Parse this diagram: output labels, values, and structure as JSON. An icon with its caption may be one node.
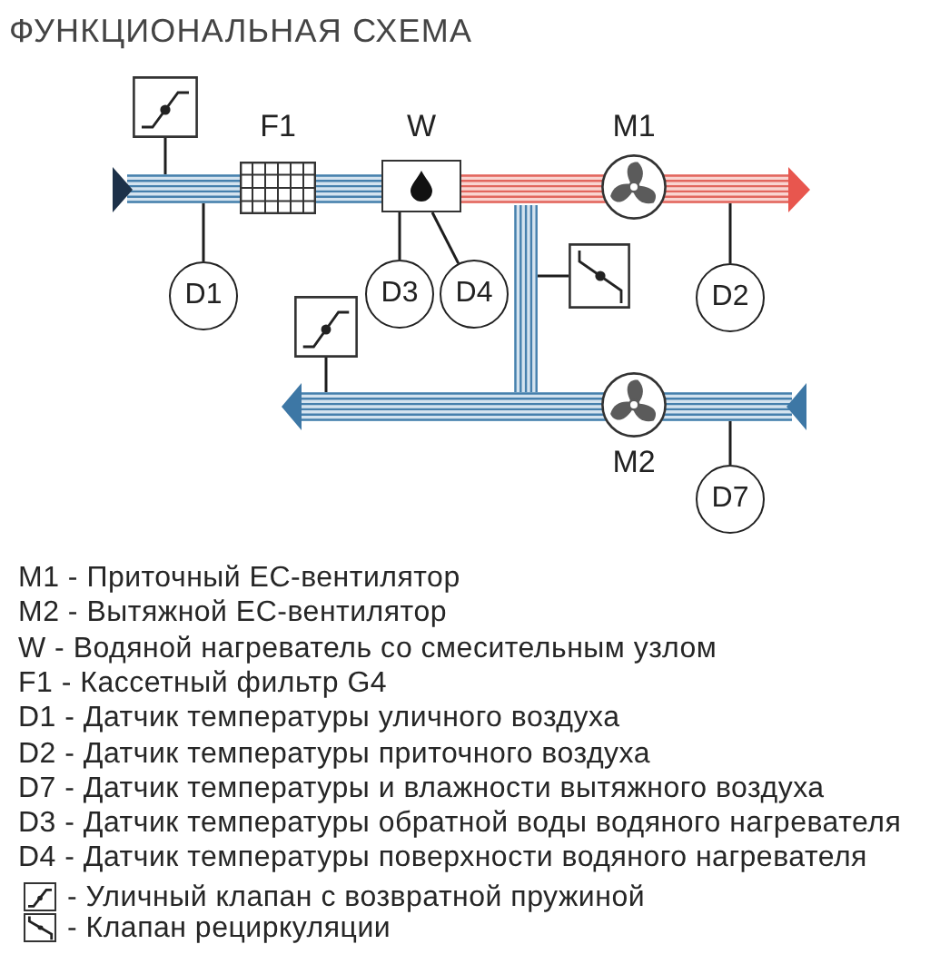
{
  "diagram": {
    "title": "ФУНКЦИОНАЛЬНАЯ СХЕМА",
    "nodes": [
      {
        "text": [],
        "shape": "box"
      },
      {
        "text": [
          "F1"
        ]
      },
      {
        "text": [
          "W"
        ]
      },
      {
        "text": [
          "M1"
        ]
      },
      {
        "text": [],
        "shape": "bar"
      },
      {
        "text": [
          "D1"
        ]
      },
      {
        "text": [
          "D3"
        ]
      },
      {
        "text": [
          "D4"
        ]
      },
      {
        "text": [],
        "shape": "box"
      },
      {
        "text": [
          "D2"
        ]
      },
      {
        "text": [],
        "shape": "box"
      },
      {
        "text": [],
        "shape": "bar"
      },
      {
        "text": [],
        "shape": "bar"
      },
      {
        "text": [
          "M2"
        ]
      },
      {
        "text": [
          "D7"
        ]
      }
    ],
    "edges": [
      {
        "from": 0,
        "to": 4,
        "arrow": "none"
      },
      {
        "from": 5,
        "to": 4,
        "arrow": "none"
      },
      {
        "from": 6,
        "to": 2,
        "arrow": "none"
      },
      {
        "from": 7,
        "to": 2,
        "arrow": "none"
      },
      {
        "from": 8,
        "to": 11,
        "arrow": "none"
      },
      {
        "from": 9,
        "to": 4,
        "arrow": "none"
      },
      {
        "from": 10,
        "to": 12,
        "arrow": "none"
      },
      {
        "from": 14,
        "to": 12,
        "arrow": "none"
      }
    ],
    "labels": [
      "M1 - Приточный EC-вентилятор",
      "M2 - Вытяжной EC-вентилятор",
      "W - Водяной нагреватель со смесительным узлом",
      "F1 - Кассетный фильтр G4",
      "D1 - Датчик температуры уличного воздуха",
      "D2 - Датчик температуры приточного воздуха",
      "D7 - Датчик температуры и влажности вытяжного воздуха",
      "D3 - Датчик температуры обратной воды водяного нагревателя",
      "D4 - Датчик температуры поверхности водяного нагревателя"
    ],
    "legend": [
      {
        "text": "- Уличный клапан с возвратной пружиной"
      },
      {
        "text": "- Клапан рециркуляции"
      }
    ]
  }
}
